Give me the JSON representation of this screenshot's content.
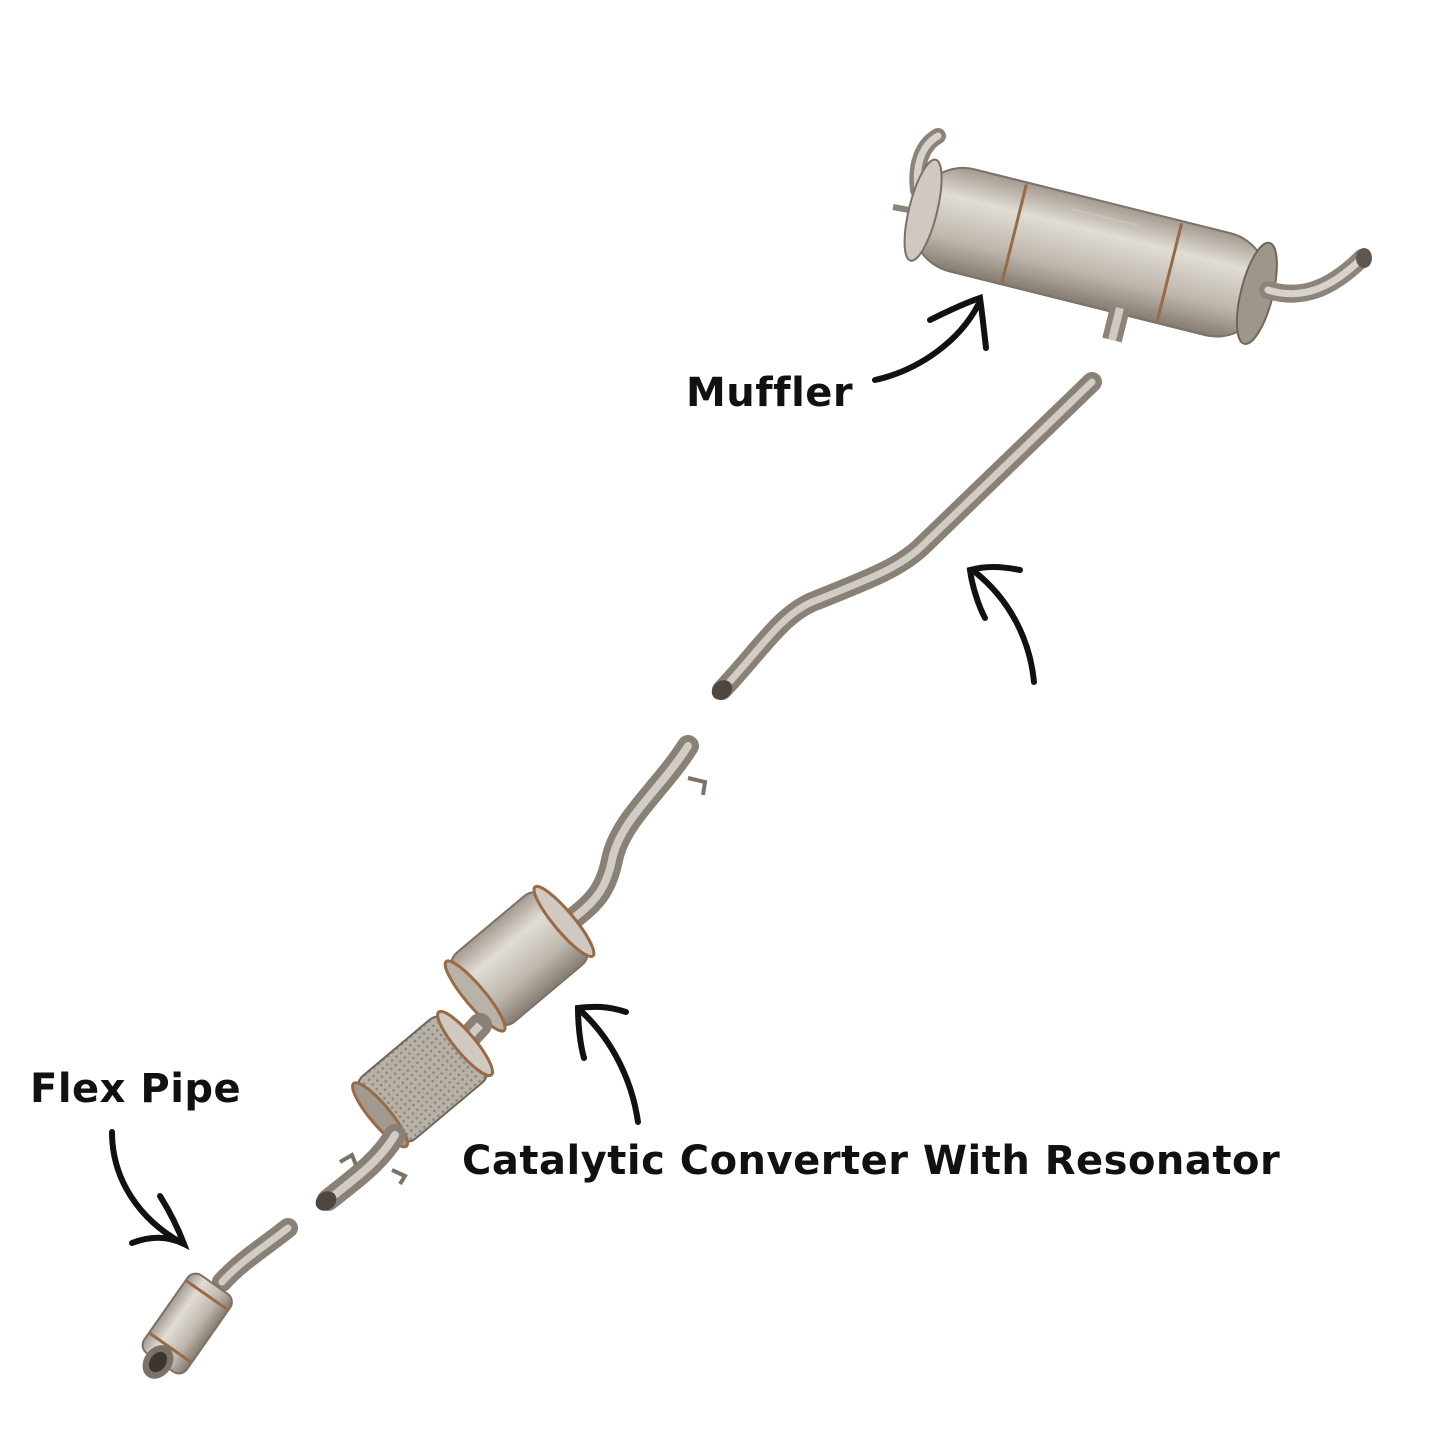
{
  "labels": {
    "muffler": "Muffler",
    "flex_pipe": "Flex Pipe",
    "catalytic_converter": "Catalytic Converter With Resonator"
  },
  "colors": {
    "background": "#ffffff",
    "text": "#111111",
    "metal_light": "#d6d2cc",
    "metal_mid": "#a39c92",
    "metal_dark": "#6f665c",
    "weld": "#9a6a45",
    "arrow": "#111111"
  },
  "parts": [
    "muffler",
    "tailpipe-section",
    "catalytic-converter-with-resonator",
    "flex-pipe"
  ]
}
